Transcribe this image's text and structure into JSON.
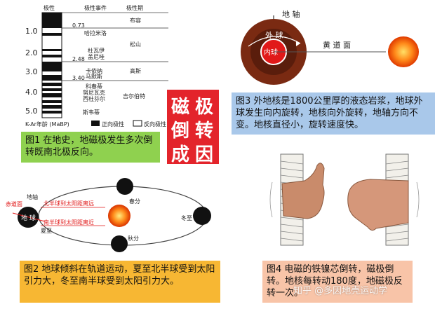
{
  "panel1": {
    "headers": [
      "极性",
      "极性事件",
      "极性期"
    ],
    "ages": [
      "0.73",
      "2.48",
      "3.40"
    ],
    "ticks": [
      "1.0",
      "2.0",
      "3.0",
      "4.0",
      "5.0"
    ],
    "events": [
      "哈拉米洛",
      "杜瓦伊",
      "盖尼哇",
      "卡依纳",
      "马默斯",
      "科春蒂",
      "努尼瓦克",
      "西杜芬尔",
      "斯韦蒂"
    ],
    "epochs": [
      "布容",
      "松山",
      "高斯",
      "吉尔伯特"
    ],
    "x_label": "K-Ar年龄 (MaBP)",
    "legend_normal": "正向极性",
    "legend_reverse": "反向极性",
    "caption": "图1 在地史，地磁极发生多次倒转既南北极反向。"
  },
  "title_chars": [
    "磁",
    "极",
    "倒",
    "转",
    "成",
    "因"
  ],
  "panel3": {
    "label_axis": "地 轴",
    "label_outer": "外 球",
    "label_inner": "内球",
    "label_ecliptic": "黄 道 面",
    "caption": "图3 外地核是1800公里厚的液态岩浆，地球外球发生向内旋转，地核向外旋转，地轴方向不变。地核直径小，旋转速度快。"
  },
  "panel2": {
    "label_equator": "赤道面",
    "label_axis": "地轴",
    "label_earth": "地 球",
    "label_summer": "夏至",
    "label_spring": "春分",
    "label_winter": "冬至",
    "label_autumn": "秋分",
    "label_north": "北半球到太阳距离远",
    "label_south": "南半球到太阳距离近",
    "caption": "图2 地球倾斜在轨道运动，夏至北半球受到太阳引力大，冬至南半球受到太阳引力大。"
  },
  "panel4": {
    "caption": "图4 电磁的铁镍芯倒转，磁极倒转。地核每转动180度，地磁极反转一次。"
  },
  "watermark": "知乎 @多因地壳运动学",
  "colors": {
    "green_box": "#8fd14f",
    "blue_box": "#a9c8ea",
    "orange_box": "#f7b733",
    "pink_box": "#f8c4a8",
    "title_red": "#e3242b"
  }
}
